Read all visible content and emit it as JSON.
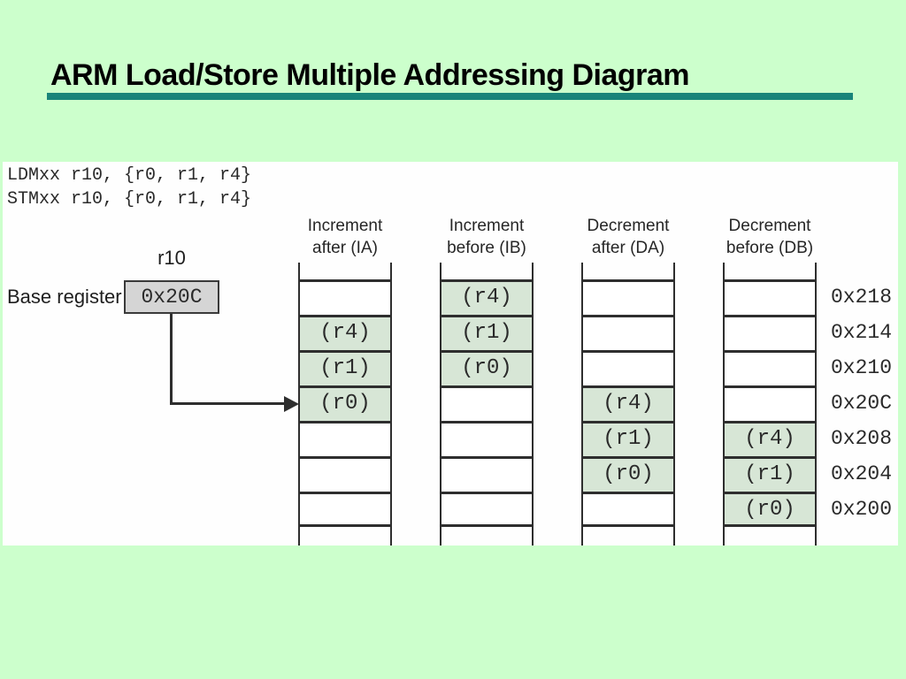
{
  "slide": {
    "title": "ARM Load/Store Multiple Addressing Diagram",
    "background_color": "#ccffcc",
    "accent_bar_color": "#19847a"
  },
  "code": {
    "line1": "LDMxx r10, {r0, r1, r4}",
    "line2": "STMxx r10, {r0, r1, r4}"
  },
  "base_register": {
    "register": "r10",
    "label": "Base register",
    "value": "0x20C"
  },
  "memory": {
    "cell_fill_color": "#d7e6d6",
    "line_color": "#2e2e2e",
    "addresses": [
      "0x218",
      "0x214",
      "0x210",
      "0x20C",
      "0x208",
      "0x204",
      "0x200"
    ],
    "columns": [
      {
        "id": "ia",
        "header_line1": "Increment",
        "header_line2": "after (IA)",
        "cells": [
          "",
          "(r4)",
          "(r1)",
          "(r0)",
          "",
          "",
          ""
        ]
      },
      {
        "id": "ib",
        "header_line1": "Increment",
        "header_line2": "before (IB)",
        "cells": [
          "(r4)",
          "(r1)",
          "(r0)",
          "",
          "",
          "",
          ""
        ]
      },
      {
        "id": "da",
        "header_line1": "Decrement",
        "header_line2": "after (DA)",
        "cells": [
          "",
          "",
          "",
          "(r4)",
          "(r1)",
          "(r0)",
          ""
        ]
      },
      {
        "id": "db",
        "header_line1": "Decrement",
        "header_line2": "before (DB)",
        "cells": [
          "",
          "",
          "",
          "",
          "(r4)",
          "(r1)",
          "(r0)"
        ]
      }
    ]
  }
}
